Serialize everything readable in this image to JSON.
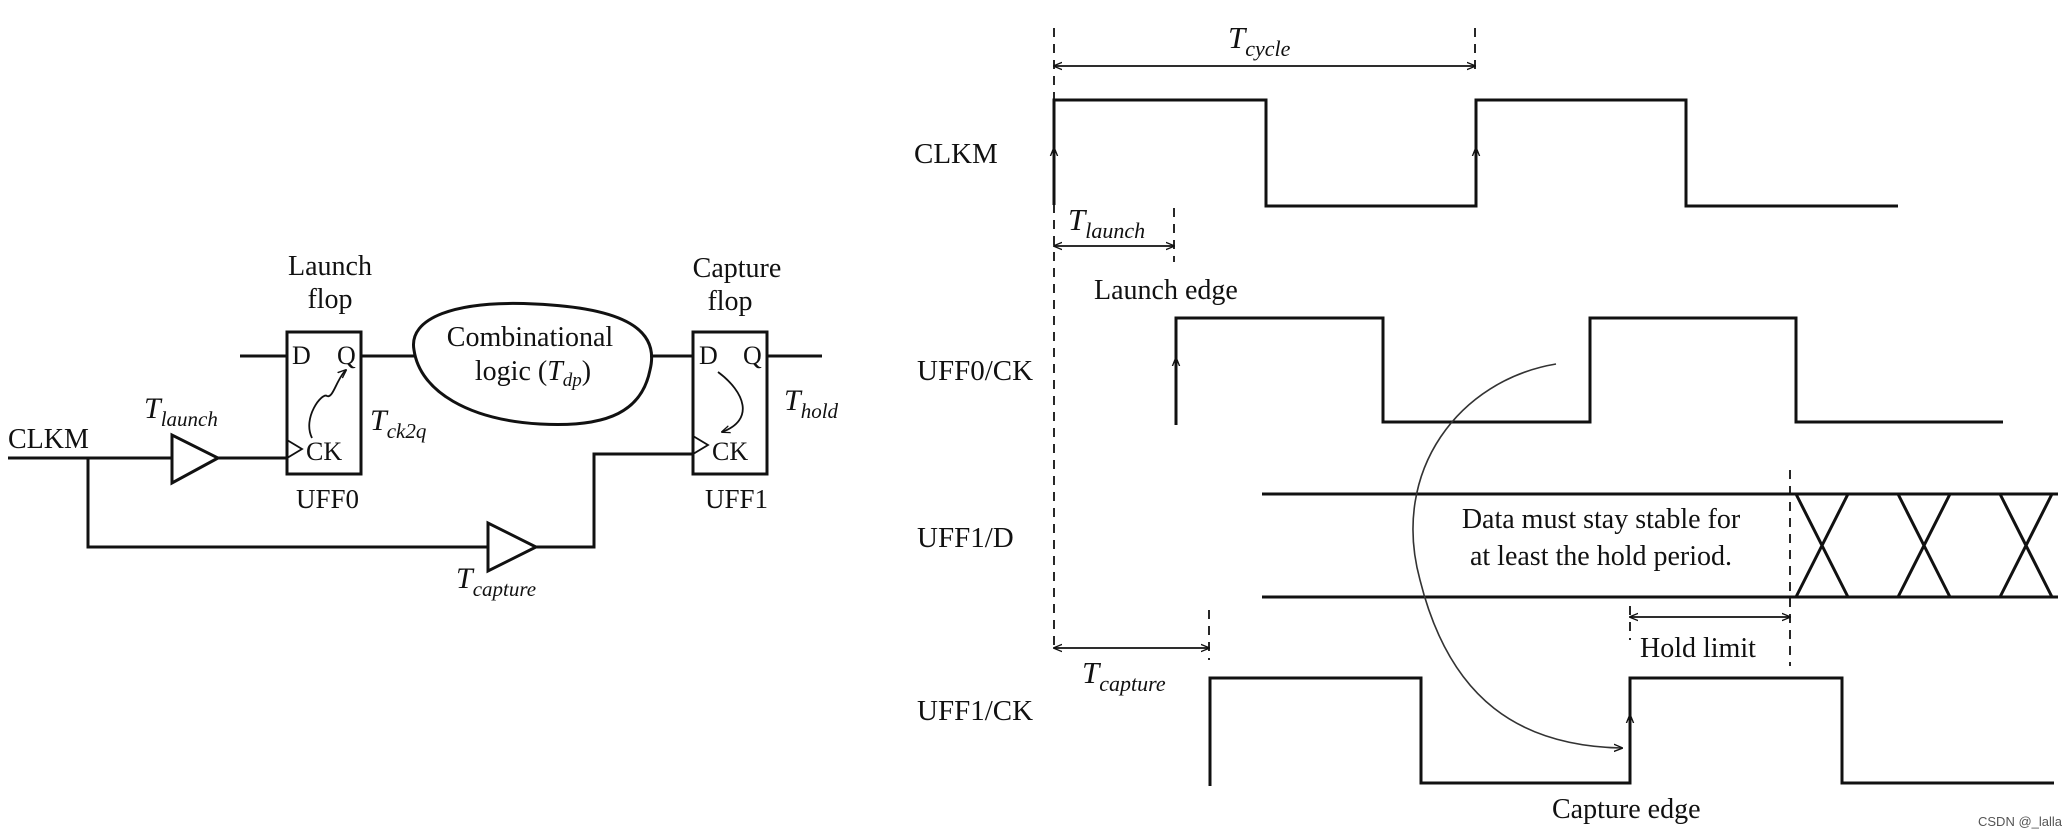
{
  "circuit": {
    "clkm": "CLKM",
    "launch_title_1": "Launch",
    "launch_title_2": "flop",
    "capture_title_1": "Capture",
    "capture_title_2": "flop",
    "pin_d": "D",
    "pin_q": "Q",
    "pin_ck": "CK",
    "uff0": "UFF0",
    "uff1": "UFF1",
    "comb_line1": "Combinational",
    "comb_line2_pre": "logic (",
    "comb_line2_T": "T",
    "comb_line2_sub": "dp",
    "comb_line2_post": ")",
    "T": "T",
    "sub_launch": "launch",
    "sub_capture": "capture",
    "sub_ck2q": "ck2q",
    "sub_hold": "hold"
  },
  "timing": {
    "sig_clkm": "CLKM",
    "sig_uff0_ck": "UFF0/CK",
    "sig_uff1_d": "UFF1/D",
    "sig_uff1_ck": "UFF1/CK",
    "T": "T",
    "sub_cycle": "cycle",
    "sub_launch": "launch",
    "sub_capture": "capture",
    "launch_edge": "Launch edge",
    "capture_edge": "Capture edge",
    "hold_limit": "Hold limit",
    "note_line1": "Data must stay stable for",
    "note_line2": "at least the hold period."
  },
  "watermark": "CSDN @_lalla"
}
